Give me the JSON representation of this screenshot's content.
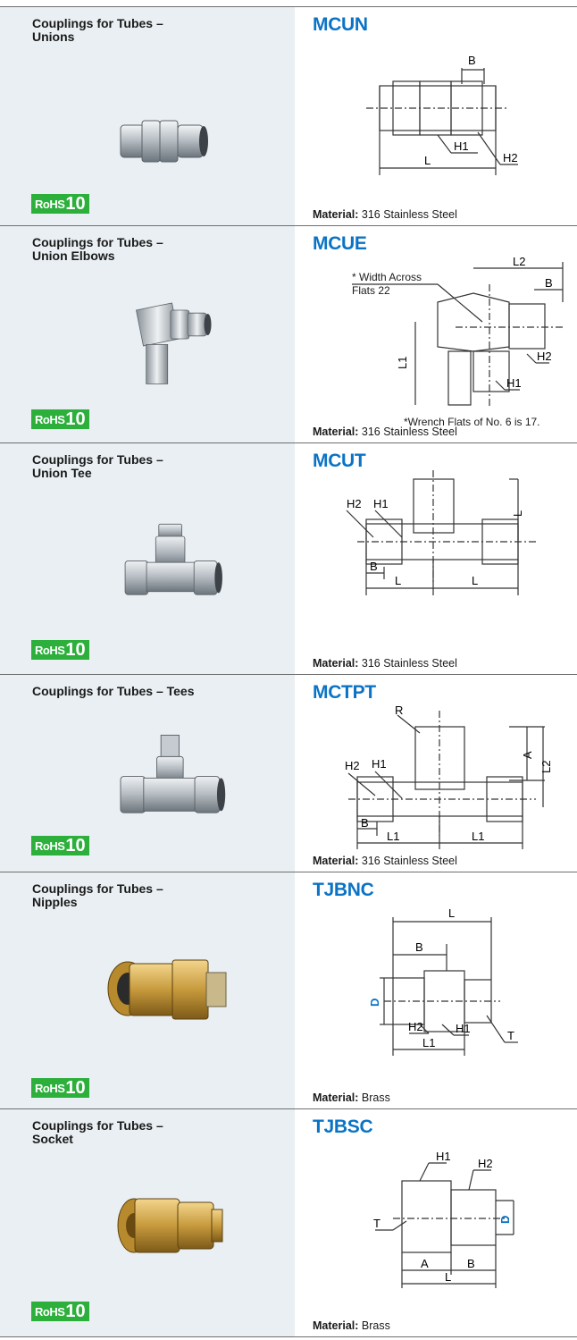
{
  "rohs": {
    "prefix": "RoHS",
    "number": "10"
  },
  "material_label": "Material:",
  "products": [
    {
      "title": "Couplings for Tubes –\nUnions",
      "code": "MCUN",
      "material": "316 Stainless Steel"
    },
    {
      "title": "Couplings for Tubes –\nUnion Elbows",
      "code": "MCUE",
      "material": "316 Stainless Steel",
      "callout": "* Width Across\nFlats 22",
      "note": "*Wrench Flats of No. 6 is 17."
    },
    {
      "title": "Couplings for Tubes –\nUnion Tee",
      "code": "MCUT",
      "material": "316 Stainless Steel"
    },
    {
      "title": "Couplings for Tubes – Tees",
      "code": "MCTPT",
      "material": "316 Stainless Steel"
    },
    {
      "title": "Couplings for Tubes –\nNipples",
      "code": "TJBNC",
      "material": "Brass"
    },
    {
      "title": "Couplings for Tubes –\nSocket",
      "code": "TJBSC",
      "material": "Brass"
    }
  ],
  "colors": {
    "code_blue": "#0b73c5",
    "rohs_green": "#2daf3c",
    "panel_bg": "#e9eff2",
    "divider": "#6f6f6f"
  },
  "dim_labels": {
    "B": "B",
    "L": "L",
    "L1": "L1",
    "L2": "L2",
    "H1": "H1",
    "H2": "H2",
    "A": "A",
    "R": "R",
    "T": "T",
    "D": "D"
  }
}
